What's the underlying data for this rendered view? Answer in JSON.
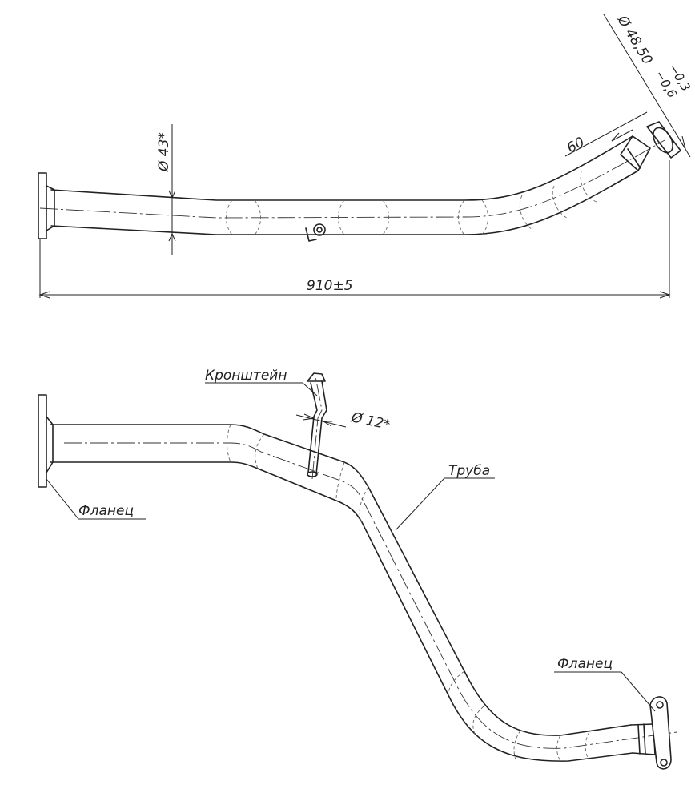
{
  "top_view": {
    "dim_overall": "910±5",
    "dim_pipe_diameter": "Ø 43*",
    "dim_outlet_prefix": "Ø 48,50",
    "dim_outlet_tol_upper": "−0,3",
    "dim_outlet_tol_lower": "−0,6",
    "dim_outlet_length": "60"
  },
  "side_view": {
    "label_bracket": "Кронштейн",
    "dim_bracket_diameter": "Ø 12*",
    "label_pipe": "Труба",
    "label_flange_left": "Фланец",
    "label_flange_right": "Фланец"
  },
  "colors": {
    "line": "#222222",
    "background": "#ffffff"
  }
}
